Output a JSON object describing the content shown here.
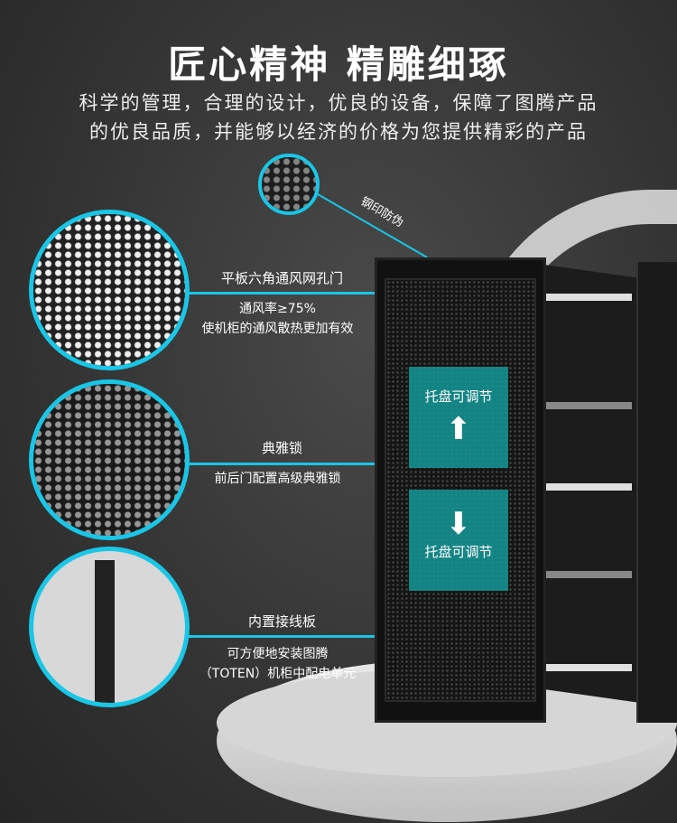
{
  "header": {
    "title": "匠心精神 精雕细琢",
    "subtitle_line1": "科学的管理，合理的设计，优良的设备，保障了图腾产品",
    "subtitle_line2": "的优良品质，并能够以经济的价格为您提供精彩的产品"
  },
  "stamp": {
    "label": "钢印防伪"
  },
  "features": [
    {
      "title": "平板六角通风网孔门",
      "desc1": "通风率≥75%",
      "desc2": "使机柜的通风散热更加有效"
    },
    {
      "title": "典雅锁",
      "desc1": "前后门配置高级典雅锁",
      "desc2": ""
    },
    {
      "title": "内置接线板",
      "desc1": "可方便地安装图腾",
      "desc2": "（TOTEN）机柜中配电单元"
    }
  ],
  "tray": {
    "up_label": "托盘可调节",
    "down_label": "托盘可调节"
  },
  "colors": {
    "accent": "#19c6e6",
    "teal": "#149696"
  }
}
